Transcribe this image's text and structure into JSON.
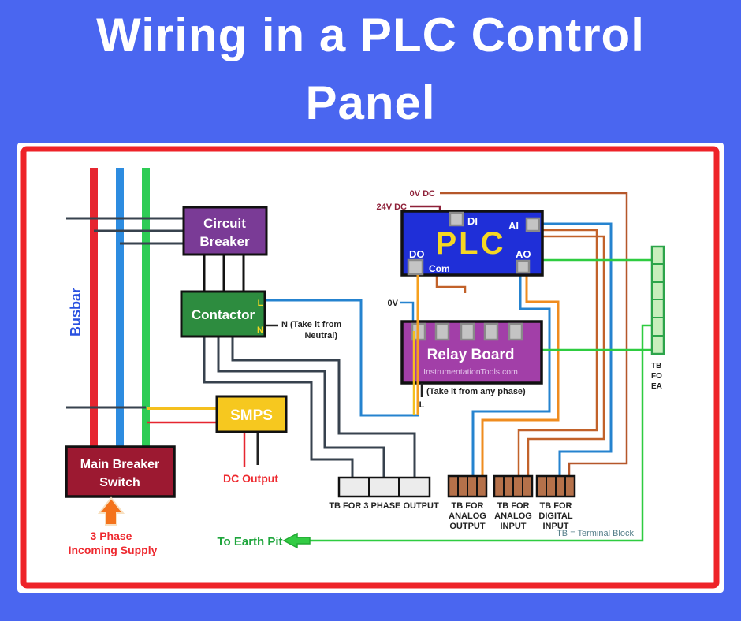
{
  "title": {
    "line1": "Wiring in a PLC Control",
    "line2": "Panel"
  },
  "busbar_label": "Busbar",
  "components": {
    "circuit_breaker": {
      "line1": "Circuit",
      "line2": "Breaker"
    },
    "contactor": {
      "label": "Contactor",
      "l": "L",
      "n": "N"
    },
    "smps": {
      "label": "SMPS"
    },
    "main_breaker": {
      "line1": "Main Breaker",
      "line2": "Switch"
    },
    "plc": {
      "label": "PLC",
      "di": "DI",
      "ai": "AI",
      "do": "DO",
      "com": "Com",
      "ao": "AO"
    },
    "relay_board": {
      "label": "Relay Board",
      "subtitle": "InstrumentationTools.com"
    }
  },
  "wire_labels": {
    "v24dc": "24V DC",
    "v0dc": "0V DC",
    "v0": "0V",
    "n_neutral_1": "N (Take it from",
    "n_neutral_2": "Neutral)",
    "any_phase": "(Take it from any phase)",
    "l": "L",
    "dc_output": "DC Output",
    "incoming_1": "3 Phase",
    "incoming_2": "Incoming Supply",
    "to_earth_pit": "To Earth Pit"
  },
  "terminal_blocks": {
    "three_phase": {
      "label": "TB FOR 3 PHASE OUTPUT"
    },
    "analog_output": {
      "line1": "TB FOR",
      "line2": "ANALOG",
      "line3": "OUTPUT"
    },
    "analog_input": {
      "line1": "TB FOR",
      "line2": "ANALOG",
      "line3": "INPUT"
    },
    "digital_input": {
      "line1": "TB FOR",
      "line2": "DIGITAL",
      "line3": "INPUT"
    },
    "earth": {
      "line1": "TB",
      "line2": "FO",
      "line3": "EA"
    },
    "note": "TB = Terminal Block"
  },
  "colors": {
    "background_blue": "#4a66f0",
    "panel_border_red": "#ee2329",
    "busbar_red": "#e62630",
    "busbar_blue": "#2d8ce0",
    "busbar_green": "#2ecc55",
    "circuit_breaker_purple": "#7a3b96",
    "contactor_green": "#2d8c3f",
    "smps_yellow": "#f6c81f",
    "main_breaker_crimson": "#9c1931",
    "plc_blue": "#1f2fd8",
    "plc_text_yellow": "#f5d723",
    "relay_board_magenta": "#a23fa8",
    "wire_dark": "#37424e",
    "wire_blue": "#2583cf",
    "wire_orange": "#ef8c1f",
    "wire_brown": "#c2622a",
    "wire_maroon": "#8e2038",
    "wire_yellow": "#f5c01e",
    "wire_green": "#2ecc40",
    "terminal_brown": "#b5714a",
    "label_red": "#ee2a30",
    "label_green": "#1ea53c"
  }
}
